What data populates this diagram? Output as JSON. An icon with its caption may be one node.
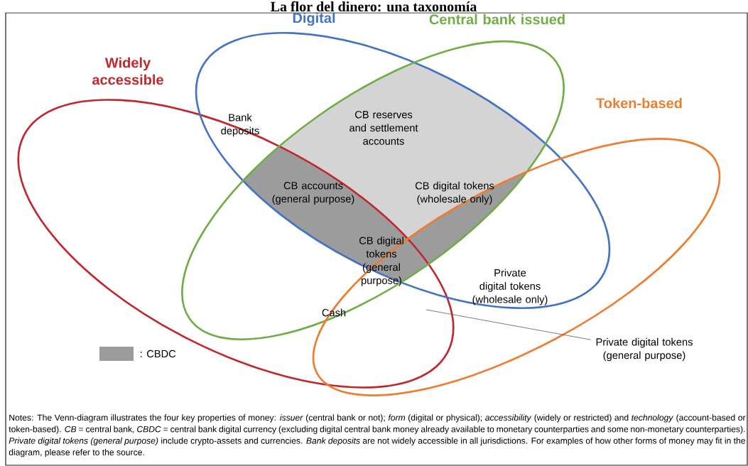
{
  "diagram": {
    "title": "La flor del dinero: una taxonomía",
    "caption": "Notes: The Venn-diagram illustrates the four key properties of money: *issuer* (central bank or not); *form* (digital or physical); *accessibility* (widely or restricted) and *technology* (account-based or token-based). *CB* = central bank, *CBDC* = central bank digital currency (excluding digital central bank money already available to monetary counterparties and some non-monetary counterparties). *Private digital tokens (general purpose)* include crypto-assets and currencies. *Bank deposits* are not widely accessible in all jurisdictions. For examples of how other forms of money may fit in the diagram, please refer to the source.",
    "nodes": [
      {
        "text": [
          "Widely accessible"
        ]
      },
      {
        "text": [
          "Digital"
        ]
      },
      {
        "text": [
          "Central bank issued"
        ]
      },
      {
        "text": [
          "Token-based"
        ]
      },
      {
        "text": [
          "Private digital tokens (general purpose)"
        ]
      }
    ],
    "edges": [
      {
        "from": 4,
        "to": 3,
        "arrow": "none"
      }
    ],
    "labels": [
      "Bank deposits",
      "CB reserves and settlement accounts",
      "CB accounts (general purpose)",
      "CB digital tokens (wholesale only)",
      "CB digital tokens (general purpose)",
      "Private digital tokens (wholesale only)",
      "Cash"
    ],
    "legend": [
      {
        "text": ": CBDC",
        "color": "#9c9c9c"
      }
    ]
  }
}
